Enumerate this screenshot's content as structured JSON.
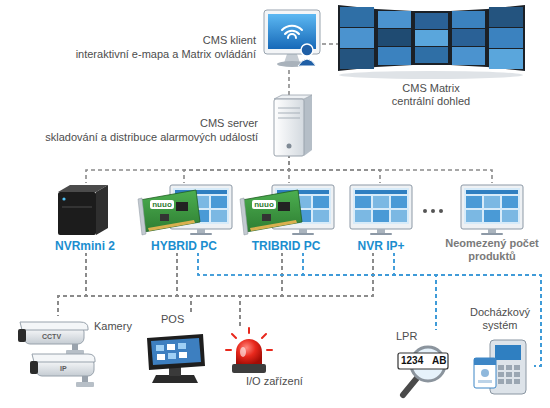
{
  "diagram": {
    "nodes": [
      {
        "text": [
          "CMS klient",
          "interaktivní e-mapa a Matrix ovládání"
        ]
      },
      {
        "text": [
          "CMS Matrix",
          "centrální dohled"
        ]
      },
      {
        "text": [
          "CMS server",
          "skladování a distribuce alarmových událostí"
        ]
      },
      {
        "text": [
          "NVRmini 2"
        ]
      },
      {
        "text": [
          "HYBRID PC"
        ]
      },
      {
        "text": [
          "TRIBRID PC"
        ]
      },
      {
        "text": [
          "NVR IP+"
        ]
      },
      {
        "text": [
          "Neomezený počet produktů"
        ]
      },
      {
        "text": [
          "Kamery"
        ]
      },
      {
        "text": [
          "POS"
        ]
      },
      {
        "text": [
          "I/O zařízení"
        ]
      },
      {
        "text": [
          "LPR"
        ]
      },
      {
        "text": [
          "Docházkový systém"
        ]
      }
    ],
    "edges": [
      {
        "from": 0,
        "to": 1,
        "arrow": "none"
      },
      {
        "from": 0,
        "to": 2,
        "arrow": "none"
      },
      {
        "from": 2,
        "to": 3,
        "arrow": "none"
      },
      {
        "from": 2,
        "to": 4,
        "arrow": "none"
      },
      {
        "from": 2,
        "to": 5,
        "arrow": "none"
      },
      {
        "from": 2,
        "to": 6,
        "arrow": "none"
      },
      {
        "from": 2,
        "to": 7,
        "arrow": "none"
      },
      {
        "from": 3,
        "to": 8,
        "arrow": "none"
      },
      {
        "from": 3,
        "to": 9,
        "arrow": "none"
      },
      {
        "from": 3,
        "to": 10,
        "arrow": "none"
      },
      {
        "from": 4,
        "to": 8,
        "arrow": "none"
      },
      {
        "from": 4,
        "to": 9,
        "arrow": "none"
      },
      {
        "from": 4,
        "to": 10,
        "arrow": "none"
      },
      {
        "from": 5,
        "to": 8,
        "arrow": "none"
      },
      {
        "from": 5,
        "to": 9,
        "arrow": "none"
      },
      {
        "from": 5,
        "to": 10,
        "arrow": "none"
      },
      {
        "from": 6,
        "to": 8,
        "arrow": "none"
      },
      {
        "from": 6,
        "to": 9,
        "arrow": "none"
      },
      {
        "from": 6,
        "to": 10,
        "arrow": "none"
      },
      {
        "from": 4,
        "to": 11,
        "arrow": "none"
      },
      {
        "from": 4,
        "to": 12,
        "arrow": "none"
      },
      {
        "from": 5,
        "to": 11,
        "arrow": "none"
      },
      {
        "from": 5,
        "to": 12,
        "arrow": "none"
      },
      {
        "from": 6,
        "to": 11,
        "arrow": "none"
      },
      {
        "from": 6,
        "to": 12,
        "arrow": "none"
      }
    ],
    "labels": [
      "nuuo",
      "nuuo",
      "CCTV",
      "IP",
      "1234",
      "AB"
    ]
  }
}
